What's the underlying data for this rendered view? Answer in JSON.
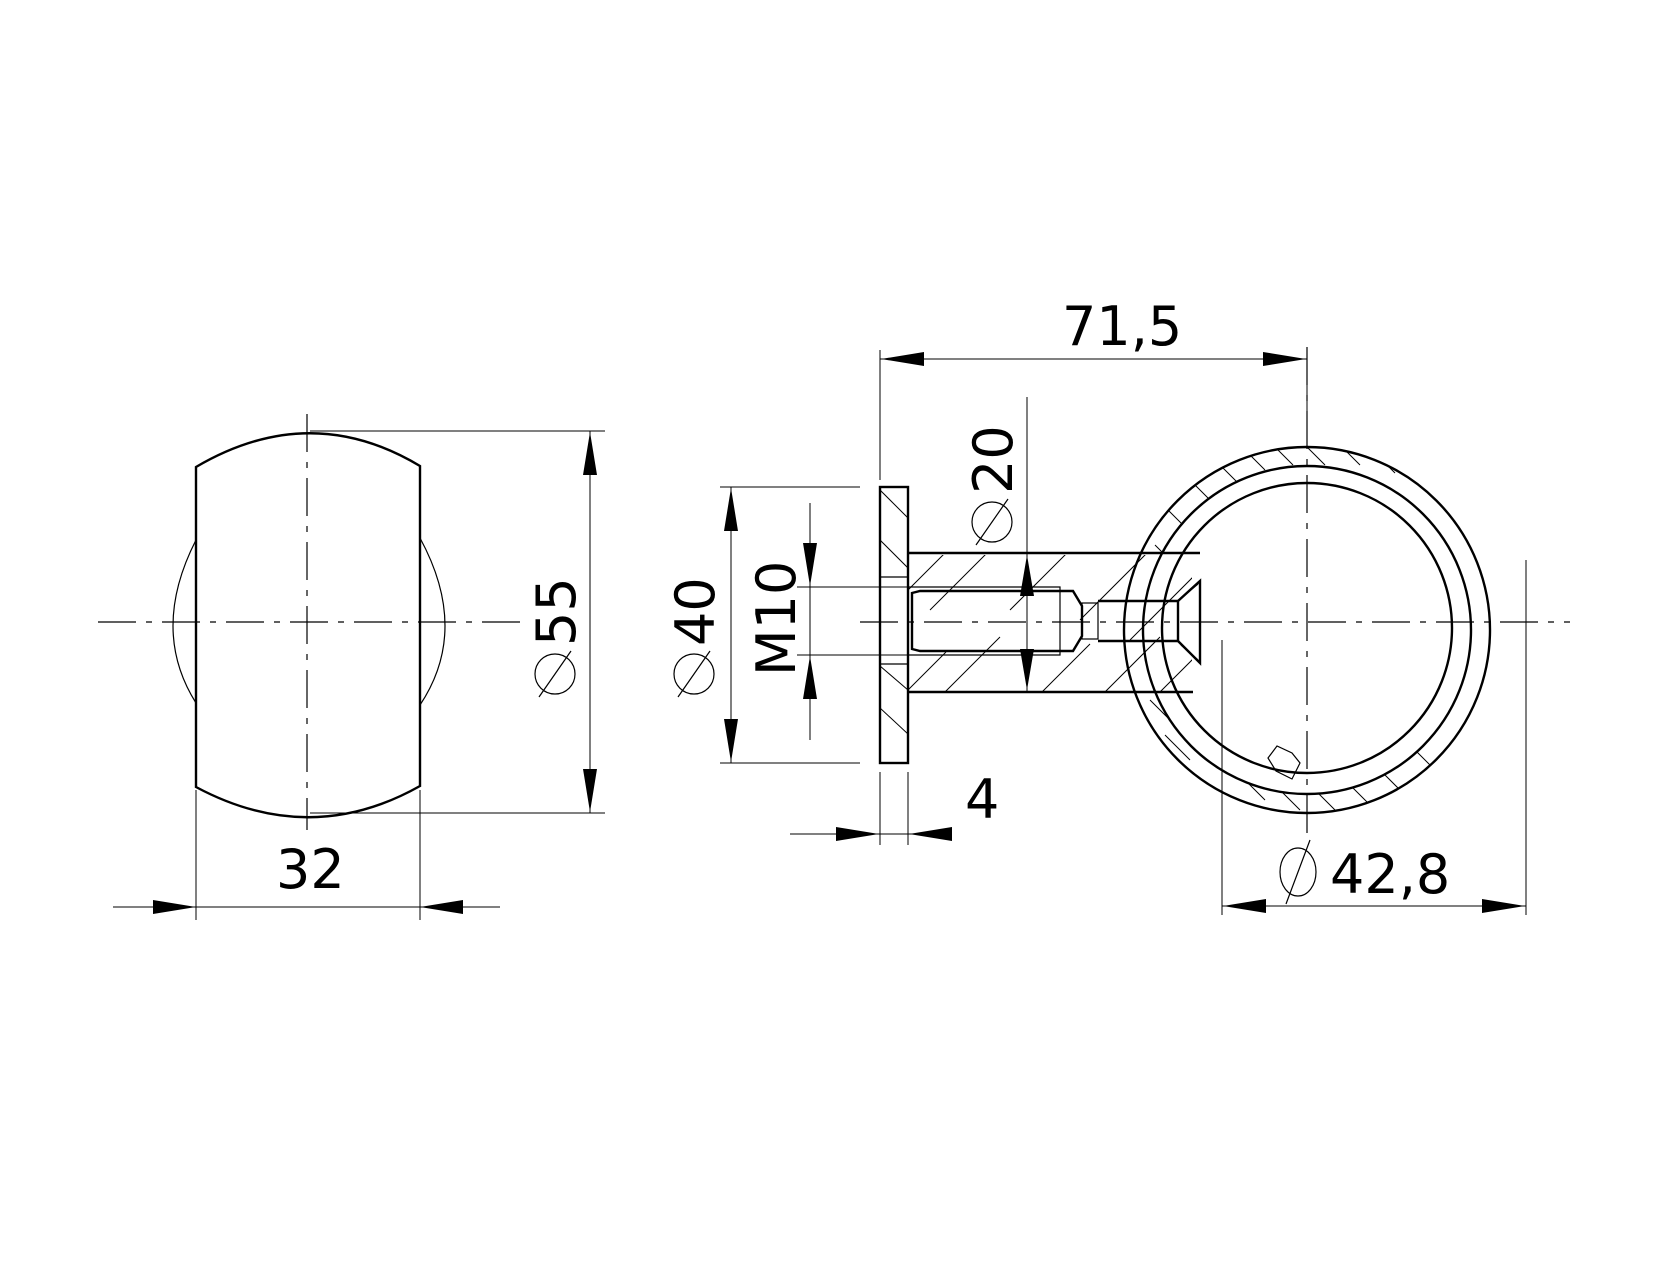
{
  "drawing": {
    "type": "technical-drawing",
    "views": [
      {
        "name": "side-view-saddle",
        "description": "End view of round base with flat sides"
      },
      {
        "name": "section-view-bracket",
        "description": "Section through base plate, standoff, countersunk screw and tube"
      }
    ],
    "dimensions": {
      "saddle_diameter": {
        "symbol": "⌀",
        "value": "55"
      },
      "saddle_width": {
        "value": "32"
      },
      "overall_length": {
        "value": "71,5"
      },
      "plate_diameter": {
        "symbol": "⌀",
        "value": "40"
      },
      "thread": {
        "value": "M10"
      },
      "standoff_diameter": {
        "symbol": "⌀",
        "value": "20"
      },
      "plate_thickness": {
        "value": "4"
      },
      "tube_diameter": {
        "symbol": "⌀",
        "value": "42,8"
      }
    },
    "colors": {
      "line": "#000000",
      "background": "#ffffff"
    }
  }
}
